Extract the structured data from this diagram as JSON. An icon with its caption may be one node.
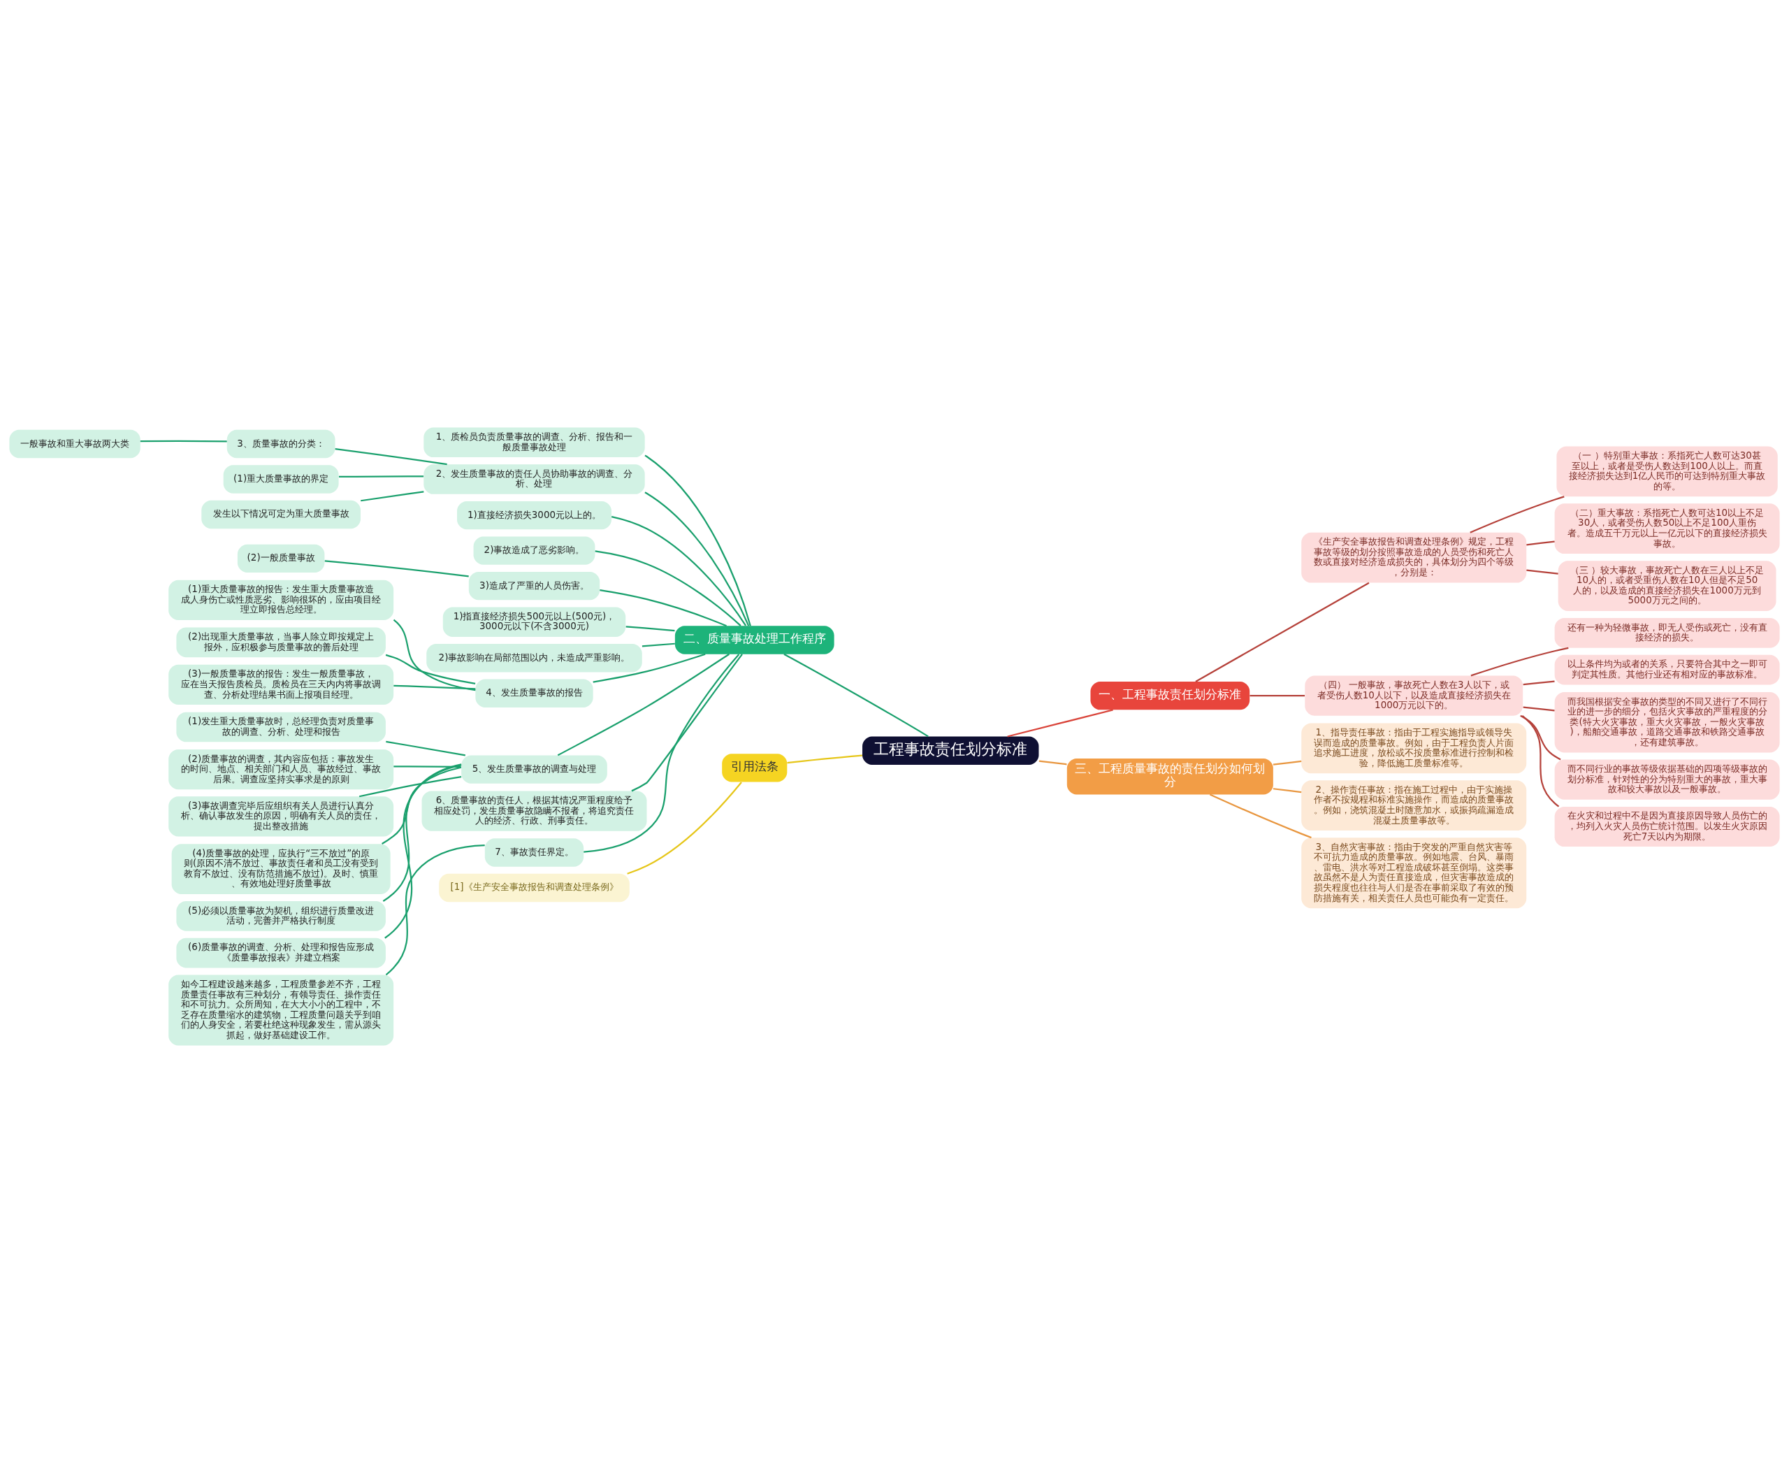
{
  "diagram": {
    "nodes": [
      {
        "text": [
          "工程事故责任划分标准"
        ]
      },
      {
        "text": [
          "一、工程事故责任划分标准"
        ]
      },
      {
        "text": [
          "《生产安全事故报告和调查处理条例》规定，工程事故等级的划分按照事故造成的人员受伤和死亡人数或直接对经济造成损失的，具体划分为四个等级，分别是："
        ]
      },
      {
        "text": [
          "（一 ）特别重大事故：系指死亡人数可达30甚至以上，或者是受伤人数达到100人以上。而直接经济损失达到1亿人民币的可达到特别重大事故的等。"
        ]
      },
      {
        "text": [
          "（二）重大事故：系指死亡人数可达10以上不足30人，或者受伤人数50以上不足100人重伤者。造成五千万元以上一亿元以下的直接经济损失事故。"
        ]
      },
      {
        "text": [
          "（三 ）较大事故，事故死亡人数在三人以上不足10人的，或者受重伤人数在10人但是不足50人的，以及造成的直接经济损失在1000万元到5000万元之间的。"
        ]
      },
      {
        "text": [
          "（四） 一般事故，事故死亡人数在3人以下，或者受伤人数10人以下，以及造成直接经济损失在1000万元以下的。"
        ]
      },
      {
        "text": [
          "还有一种为轻微事故，即无人受伤或死亡，没有直接经济的损失。"
        ]
      },
      {
        "text": [
          "以上条件均为或者的关系，只要符合其中之一即可判定其性质。其他行业还有相对应的事故标准。"
        ]
      },
      {
        "text": [
          "而我国根据安全事故的类型的不同又进行了不同行业的进一步的细分，包括火灾事故的严重程度的分类(特大火灾事故，重大火灾事故，一般火灾事故)，船舶交通事故，道路交通事故和铁路交通事故，还有建筑事故。"
        ]
      },
      {
        "text": [
          "而不同行业的事故等级依据基础的四项等级事故的划分标准，针对性的分为特别重大的事故，重大事故和较大事故以及一般事故。"
        ]
      },
      {
        "text": [
          "在火灾和过程中不是因为直接原因导致人员伤亡的，均列入火灾人员伤亡统计范围。以发生火灾原因死亡7天以内为期限。"
        ]
      },
      {
        "text": [
          "二、质量事故处理工作程序"
        ]
      },
      {
        "text": [
          "1、质检员负责质量事故的调查、分析、报告和一般质量事故处理"
        ]
      },
      {
        "text": [
          "2、发生质量事故的责任人员协助事故的调查、分析、处理"
        ]
      },
      {
        "text": [
          "3、质量事故的分类："
        ]
      },
      {
        "text": [
          "一般事故和重大事故两大类"
        ]
      },
      {
        "text": [
          "(1)重大质量事故的界定"
        ]
      },
      {
        "text": [
          "发生以下情况可定为重大质量事故"
        ]
      },
      {
        "text": [
          "1)直接经济损失3000元以上的。"
        ]
      },
      {
        "text": [
          "2)事故造成了恶劣影响。"
        ]
      },
      {
        "text": [
          "3)造成了严重的人员伤害。"
        ]
      },
      {
        "text": [
          "(2)一般质量事故"
        ]
      },
      {
        "text": [
          "1)指直接经济损失500元以上(500元)，3000元以下(不含3000元)"
        ]
      },
      {
        "text": [
          "2)事故影响在局部范围以内，未造成严重影响。"
        ]
      },
      {
        "text": [
          "4、发生质量事故的报告"
        ]
      },
      {
        "text": [
          "(1)重大质量事故的报告：发生重大质量事故造成人身伤亡或性质恶劣、影响很坏的，应由项目经理立即报告总经理。"
        ]
      },
      {
        "text": [
          "(2)出现重大质量事故，当事人除立即按规定上报外，应积极参与质量事故的善后处理"
        ]
      },
      {
        "text": [
          "(3)一般质量事故的报告：发生一般质量事故，应在当天报告质检员。质检员在三天内内将事故调查、分析处理结果书面上报项目经理。"
        ]
      },
      {
        "text": [
          "5、发生质量事故的调查与处理"
        ]
      },
      {
        "text": [
          "(1)发生重大质量事故时，总经理负责对质量事故的调查、分析、处理和报告"
        ]
      },
      {
        "text": [
          "(2)质量事故的调查，其内容应包括：事故发生的时间、地点、相关部门和人员、事故经过、事故后果。调查应坚持实事求是的原则"
        ]
      },
      {
        "text": [
          "(3)事故调查完毕后应组织有关人员进行认真分析、确认事故发生的原因，明确有关人员的责任，提出整改措施"
        ]
      },
      {
        "text": [
          "(4)质量事故的处理，应执行“三不放过”的原则(原因不清不放过、事故责任者和员工没有受到教育不放过、没有防范措施不放过)。及时、慎重、有效地处理好质量事故"
        ]
      },
      {
        "text": [
          "(5)必须以质量事故为契机，组织进行质量改进活动，完善并严格执行制度"
        ]
      },
      {
        "text": [
          "(6)质量事故的调查、分析、处理和报告应形成《质量事故报表》并建立档案"
        ]
      },
      {
        "text": [
          "6、质量事故的责任人，根据其情况严重程度给予相应处罚，发生质量事故隐瞒不报者，将追究责任人的经济、行政、刑事责任。"
        ]
      },
      {
        "text": [
          "7、事故责任界定。"
        ]
      },
      {
        "text": [
          "如今工程建设越来越多，工程质量参差不齐，工程质量责任事故有三种划分，有领导责任、操作责任和不可抗力。众所周知，在大大小小的工程中，不乏存在质量缩水的建筑物，工程质量问题关乎到咱们的人身安全，若要杜绝这种现象发生，需从源头抓起，做好基础建设工作。"
        ]
      },
      {
        "text": [
          "三、工程质量事故的责任划分如何划分"
        ]
      },
      {
        "text": [
          "1、指导责任事故：指由于工程实施指导或领导失误而造成的质量事故。例如，由于工程负责人片面追求施工进度，放松或不按质量标准进行控制和检验，降低施工质量标准等。"
        ]
      },
      {
        "text": [
          "2、操作责任事故：指在施工过程中，由于实施操作者不按规程和标准实施操作，而造成的质量事故。例如，浇筑混凝土时随意加水，或振捣疏漏造成混凝土质量事故等。"
        ]
      },
      {
        "text": [
          "3、自然灾害事故：指由于突发的严重自然灾害等不可抗力造成的质量事故。例如地震、台风、暴雨、雷电、洪水等对工程造成破坏甚至倒塌。这类事故虽然不是人为责任直接造成，但灾害事故造成的损失程度也往往与人们是否在事前采取了有效的预防措施有关，相关责任人员也可能负有一定责任。"
        ]
      },
      {
        "text": [
          "引用法条"
        ]
      },
      {
        "text": [
          "[1]《生产安全事故报告和调查处理条例》"
        ]
      }
    ],
    "edges": [
      {
        "from": 0,
        "to": 1,
        "arrow": "none",
        "color": "#d9443a"
      },
      {
        "from": 1,
        "to": 2,
        "arrow": "none",
        "color": "#b5413a"
      },
      {
        "from": 2,
        "to": 3,
        "arrow": "none",
        "color": "#b5413a"
      },
      {
        "from": 2,
        "to": 4,
        "arrow": "none",
        "color": "#b5413a"
      },
      {
        "from": 2,
        "to": 5,
        "arrow": "none",
        "color": "#b5413a"
      },
      {
        "from": 1,
        "to": 6,
        "arrow": "none",
        "color": "#b5413a"
      },
      {
        "from": 6,
        "to": 7,
        "arrow": "none",
        "color": "#b5413a"
      },
      {
        "from": 6,
        "to": 8,
        "arrow": "none",
        "color": "#b5413a"
      },
      {
        "from": 6,
        "to": 9,
        "arrow": "none",
        "color": "#b5413a"
      },
      {
        "from": 6,
        "to": 10,
        "arrow": "none",
        "color": "#b5413a"
      },
      {
        "from": 6,
        "to": 11,
        "arrow": "none",
        "color": "#b5413a"
      },
      {
        "from": 0,
        "to": 12,
        "arrow": "none"
      },
      {
        "from": 12,
        "to": 13,
        "arrow": "none"
      },
      {
        "from": 12,
        "to": 14,
        "arrow": "none"
      },
      {
        "from": 14,
        "to": 15,
        "arrow": "none"
      },
      {
        "from": 15,
        "to": 16,
        "arrow": "none"
      },
      {
        "from": 14,
        "to": 17,
        "arrow": "none"
      },
      {
        "from": 14,
        "to": 18,
        "arrow": "none"
      },
      {
        "from": 12,
        "to": 19,
        "arrow": "none"
      },
      {
        "from": 12,
        "to": 20,
        "arrow": "none"
      },
      {
        "from": 12,
        "to": 21,
        "arrow": "none"
      },
      {
        "from": 21,
        "to": 22,
        "arrow": "none"
      },
      {
        "from": 12,
        "to": 23,
        "arrow": "none"
      },
      {
        "from": 12,
        "to": 24,
        "arrow": "none"
      },
      {
        "from": 12,
        "to": 25,
        "arrow": "none"
      },
      {
        "from": 25,
        "to": 26,
        "arrow": "none"
      },
      {
        "from": 25,
        "to": 27,
        "arrow": "none"
      },
      {
        "from": 25,
        "to": 28,
        "arrow": "none"
      },
      {
        "from": 12,
        "to": 29,
        "arrow": "none"
      },
      {
        "from": 29,
        "to": 30,
        "arrow": "none"
      },
      {
        "from": 29,
        "to": 31,
        "arrow": "none"
      },
      {
        "from": 29,
        "to": 32,
        "arrow": "none"
      },
      {
        "from": 29,
        "to": 33,
        "arrow": "none"
      },
      {
        "from": 29,
        "to": 34,
        "arrow": "none"
      },
      {
        "from": 29,
        "to": 35,
        "arrow": "none"
      },
      {
        "from": 12,
        "to": 36,
        "arrow": "none"
      },
      {
        "from": 12,
        "to": 37,
        "arrow": "none"
      },
      {
        "from": 37,
        "to": 38,
        "arrow": "none"
      },
      {
        "from": 0,
        "to": 39,
        "arrow": "none",
        "color": "#e8963f"
      },
      {
        "from": 39,
        "to": 40,
        "arrow": "none",
        "color": "#e8963f"
      },
      {
        "from": 39,
        "to": 41,
        "arrow": "none",
        "color": "#e8963f"
      },
      {
        "from": 39,
        "to": 42,
        "arrow": "none",
        "color": "#e8963f"
      },
      {
        "from": 0,
        "to": 43,
        "arrow": "none",
        "color": "#e6c619"
      },
      {
        "from": 43,
        "to": 44,
        "arrow": "none",
        "color": "#e6c619"
      }
    ]
  }
}
